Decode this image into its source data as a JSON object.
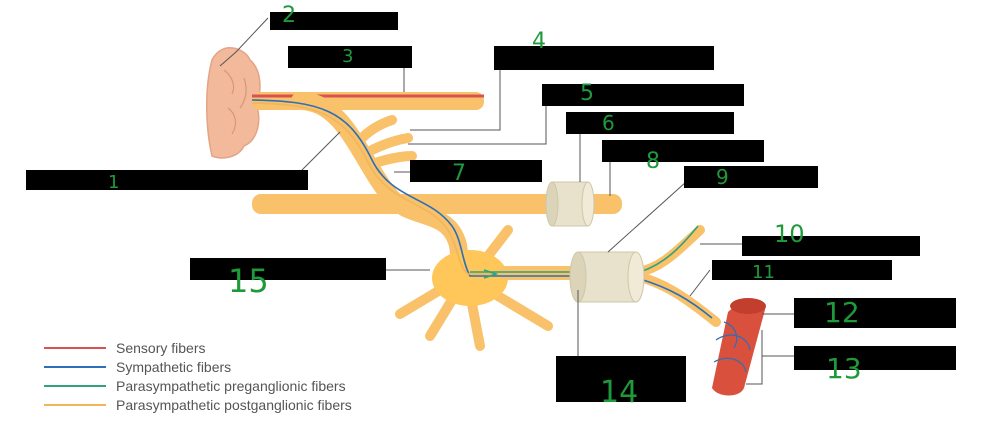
{
  "colors": {
    "sensory": "#d8534f",
    "sympathetic": "#2d6fb8",
    "parasympathetic_pre": "#2fa37a",
    "parasympathetic_post": "#f0b65a",
    "nerve_fill": "#f8c16a",
    "ganglion_fill": "#ffc65a",
    "sheath_fill": "#e8e2cc",
    "brain_fill": "#f2b99b",
    "vessel_fill": "#d9503d",
    "handwriting": "#1f9a3a",
    "label_box": "#000000"
  },
  "legend": {
    "sensory": "Sensory fibers",
    "sympathetic": "Sympathetic fibers",
    "para_pre": "Parasympathetic preganglionic fibers",
    "para_post": "Parasympathetic postganglionic fibers"
  },
  "labels": {
    "n1": "1",
    "n2": "2",
    "n3": "3",
    "n4": "4",
    "n5": "5",
    "n6": "6",
    "n7": "7",
    "n8": "8",
    "n9": "9",
    "n10": "10",
    "n11": "11",
    "n12": "12",
    "n13": "13",
    "n14": "14",
    "n15": "15"
  }
}
